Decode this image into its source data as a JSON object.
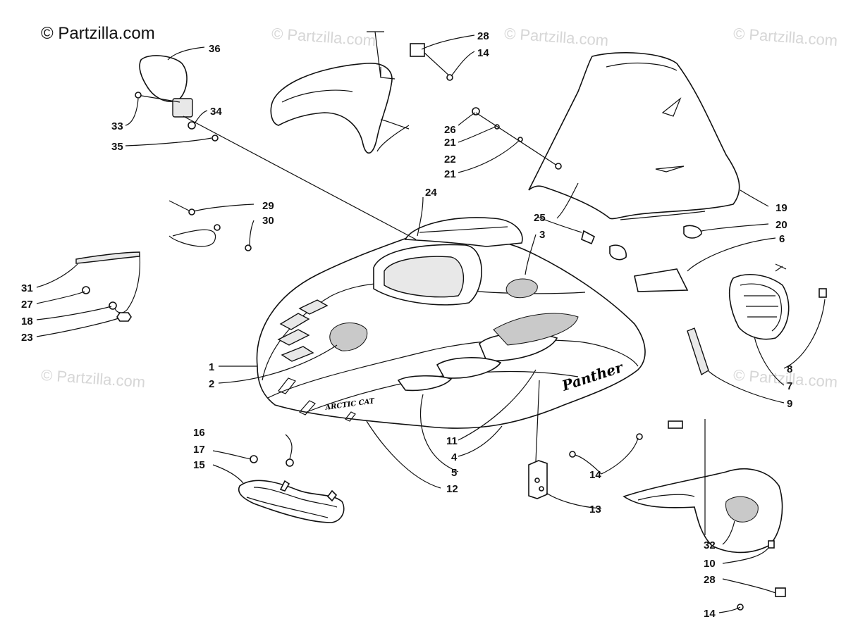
{
  "copyright": "© Partzilla.com",
  "watermark": "© Partzilla.com",
  "decals": {
    "brand": "ARCTIC CAT",
    "model": "Panther"
  },
  "callouts": [
    {
      "id": "c36",
      "label": "36"
    },
    {
      "id": "c33",
      "label": "33"
    },
    {
      "id": "c34",
      "label": "34"
    },
    {
      "id": "c35",
      "label": "35"
    },
    {
      "id": "c28a",
      "label": "28"
    },
    {
      "id": "c14a",
      "label": "14"
    },
    {
      "id": "c26",
      "label": "26"
    },
    {
      "id": "c21a",
      "label": "21"
    },
    {
      "id": "c22",
      "label": "22"
    },
    {
      "id": "c21b",
      "label": "21"
    },
    {
      "id": "c24",
      "label": "24"
    },
    {
      "id": "c29",
      "label": "29"
    },
    {
      "id": "c30",
      "label": "30"
    },
    {
      "id": "c31",
      "label": "31"
    },
    {
      "id": "c27",
      "label": "27"
    },
    {
      "id": "c18",
      "label": "18"
    },
    {
      "id": "c23",
      "label": "23"
    },
    {
      "id": "c25",
      "label": "25"
    },
    {
      "id": "c3",
      "label": "3"
    },
    {
      "id": "c6",
      "label": "6"
    },
    {
      "id": "c19",
      "label": "19"
    },
    {
      "id": "c20",
      "label": "20"
    },
    {
      "id": "c1",
      "label": "1"
    },
    {
      "id": "c2",
      "label": "2"
    },
    {
      "id": "c8",
      "label": "8"
    },
    {
      "id": "c7",
      "label": "7"
    },
    {
      "id": "c9",
      "label": "9"
    },
    {
      "id": "c11",
      "label": "11"
    },
    {
      "id": "c4",
      "label": "4"
    },
    {
      "id": "c5",
      "label": "5"
    },
    {
      "id": "c12",
      "label": "12"
    },
    {
      "id": "c16",
      "label": "16"
    },
    {
      "id": "c17",
      "label": "17"
    },
    {
      "id": "c15",
      "label": "15"
    },
    {
      "id": "c13",
      "label": "13"
    },
    {
      "id": "c14b",
      "label": "14"
    },
    {
      "id": "c32",
      "label": "32"
    },
    {
      "id": "c10",
      "label": "10"
    },
    {
      "id": "c28b",
      "label": "28"
    },
    {
      "id": "c14c",
      "label": "14"
    }
  ]
}
